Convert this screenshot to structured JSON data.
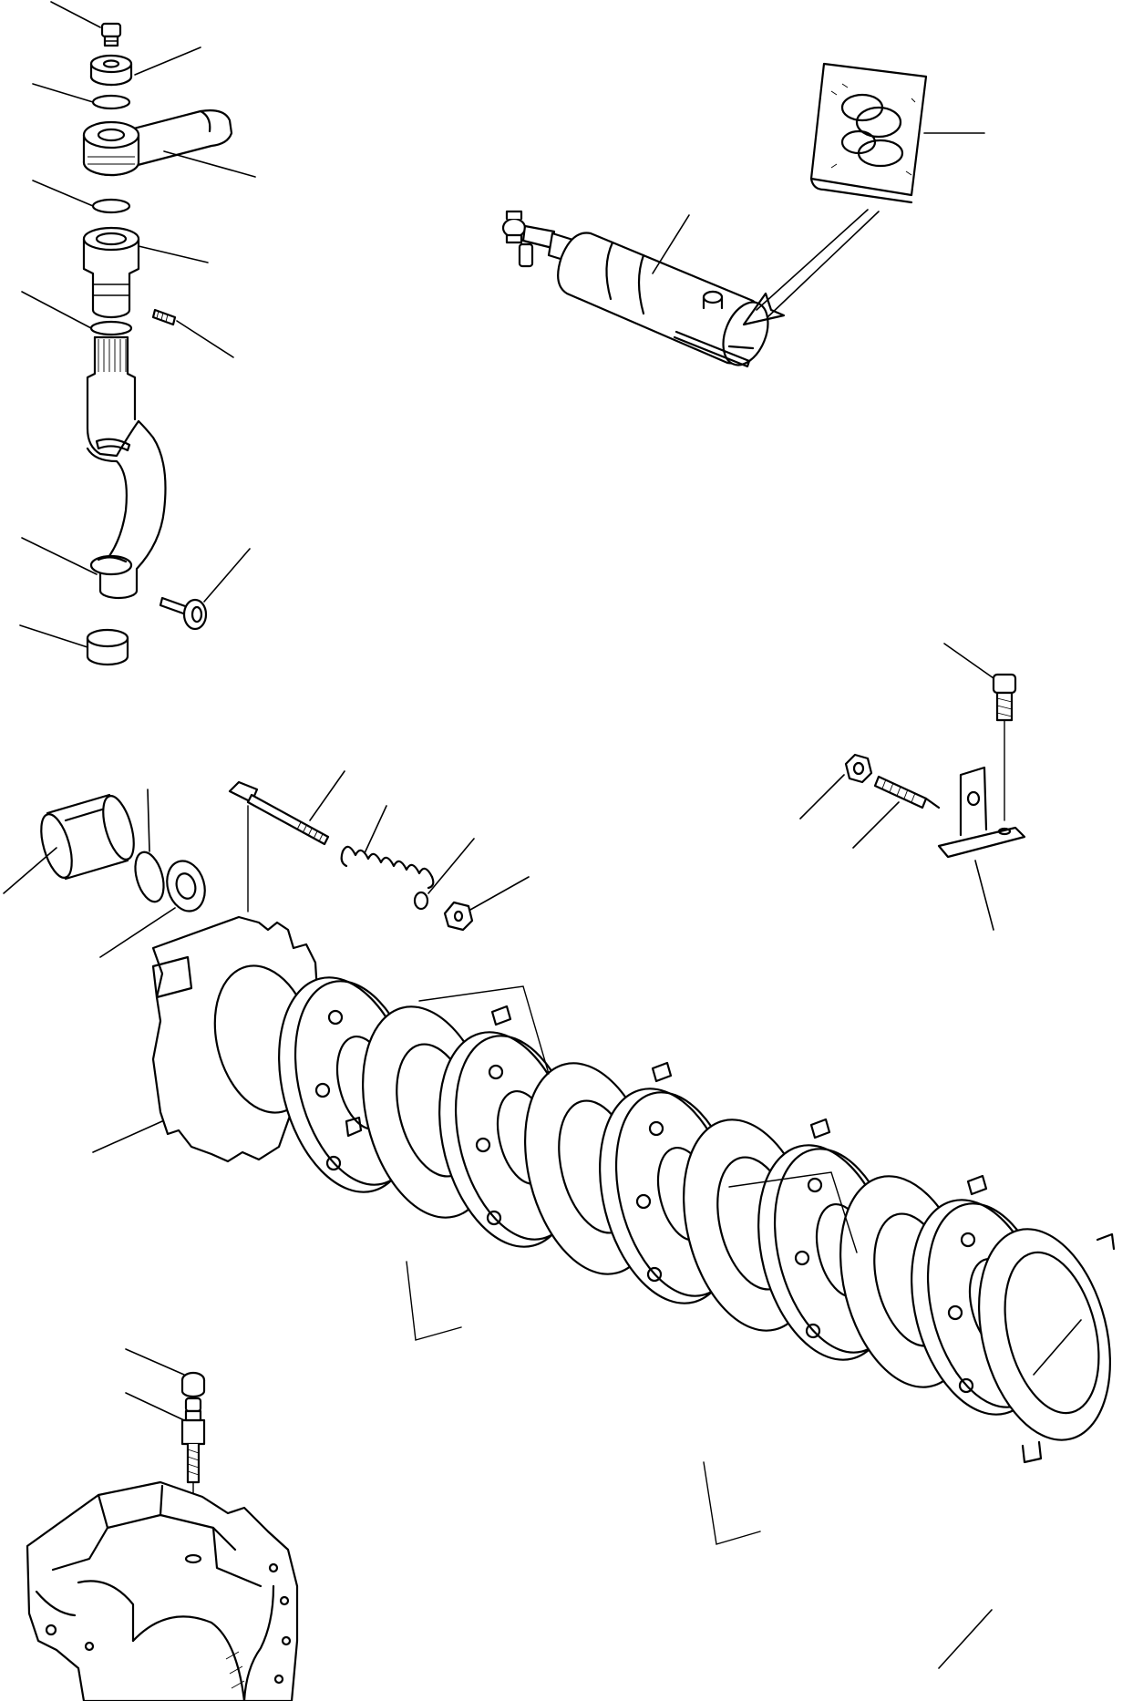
{
  "diagram": {
    "type": "exploded-parts-view",
    "labels_printed": false,
    "parts": [
      "steering-arm-assembly",
      "tie-rod-cylinder",
      "seal-kit",
      "bracket-assembly",
      "brake-piston",
      "brake-bolt-spring-assembly",
      "brake-disc-pack",
      "housing-breather",
      "axle-housing"
    ],
    "colors": {
      "ink": "#000000",
      "paper": "#ffffff"
    }
  }
}
